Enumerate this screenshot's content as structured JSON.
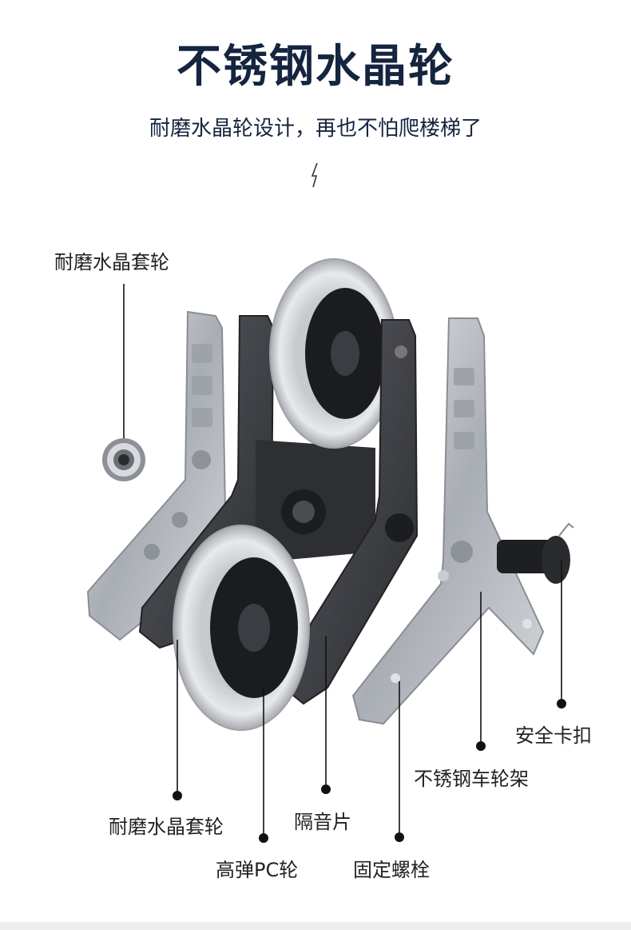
{
  "header": {
    "title": "不锈钢水晶轮",
    "subtitle": "耐磨水晶轮设计，再也不怕爬楼梯了"
  },
  "callouts": [
    {
      "id": "bearing",
      "label": "耐磨水晶套轮"
    },
    {
      "id": "lower-sleeve",
      "label": "耐磨水晶套轮"
    },
    {
      "id": "pc-wheel",
      "label": "高弹PC轮"
    },
    {
      "id": "sound-plate",
      "label": "隔音片"
    },
    {
      "id": "bolt",
      "label": "固定螺栓"
    },
    {
      "id": "frame",
      "label": "不锈钢车轮架"
    },
    {
      "id": "clip",
      "label": "安全卡扣"
    }
  ],
  "colors": {
    "title": "#15243f",
    "steel": "#b9bcc2",
    "dark-plate": "#3c3e44",
    "wheel-rim": "#d5d7db",
    "hub": "#1b1c20",
    "leader": "#111111"
  }
}
